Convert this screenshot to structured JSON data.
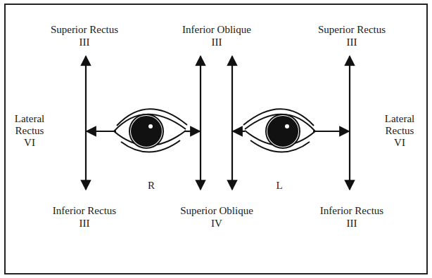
{
  "diagram": {
    "labels": [
      "Superior Rectus",
      "III",
      "Inferior Oblique",
      "III",
      "Superior Rectus",
      "III",
      "Lateral",
      "Rectus",
      "VI",
      "Lateral",
      "Rectus",
      "VI",
      "R",
      "L",
      "Inferior Rectus",
      "III",
      "Superior Oblique",
      "IV",
      "Inferior Rectus",
      "III"
    ]
  }
}
